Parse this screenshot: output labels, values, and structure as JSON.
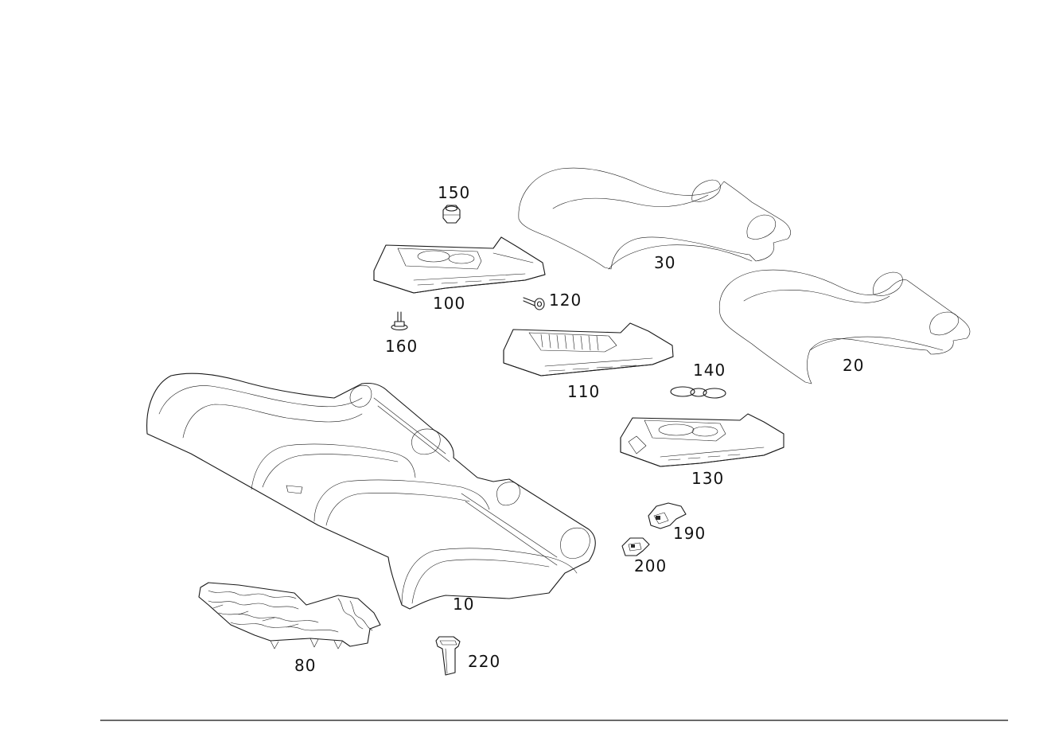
{
  "callouts": {
    "p10": "10",
    "p20": "20",
    "p30": "30",
    "p80": "80",
    "p100": "100",
    "p110": "110",
    "p120": "120",
    "p130": "130",
    "p140": "140",
    "p150": "150",
    "p160": "160",
    "p190": "190",
    "p200": "200",
    "p220": "220"
  }
}
